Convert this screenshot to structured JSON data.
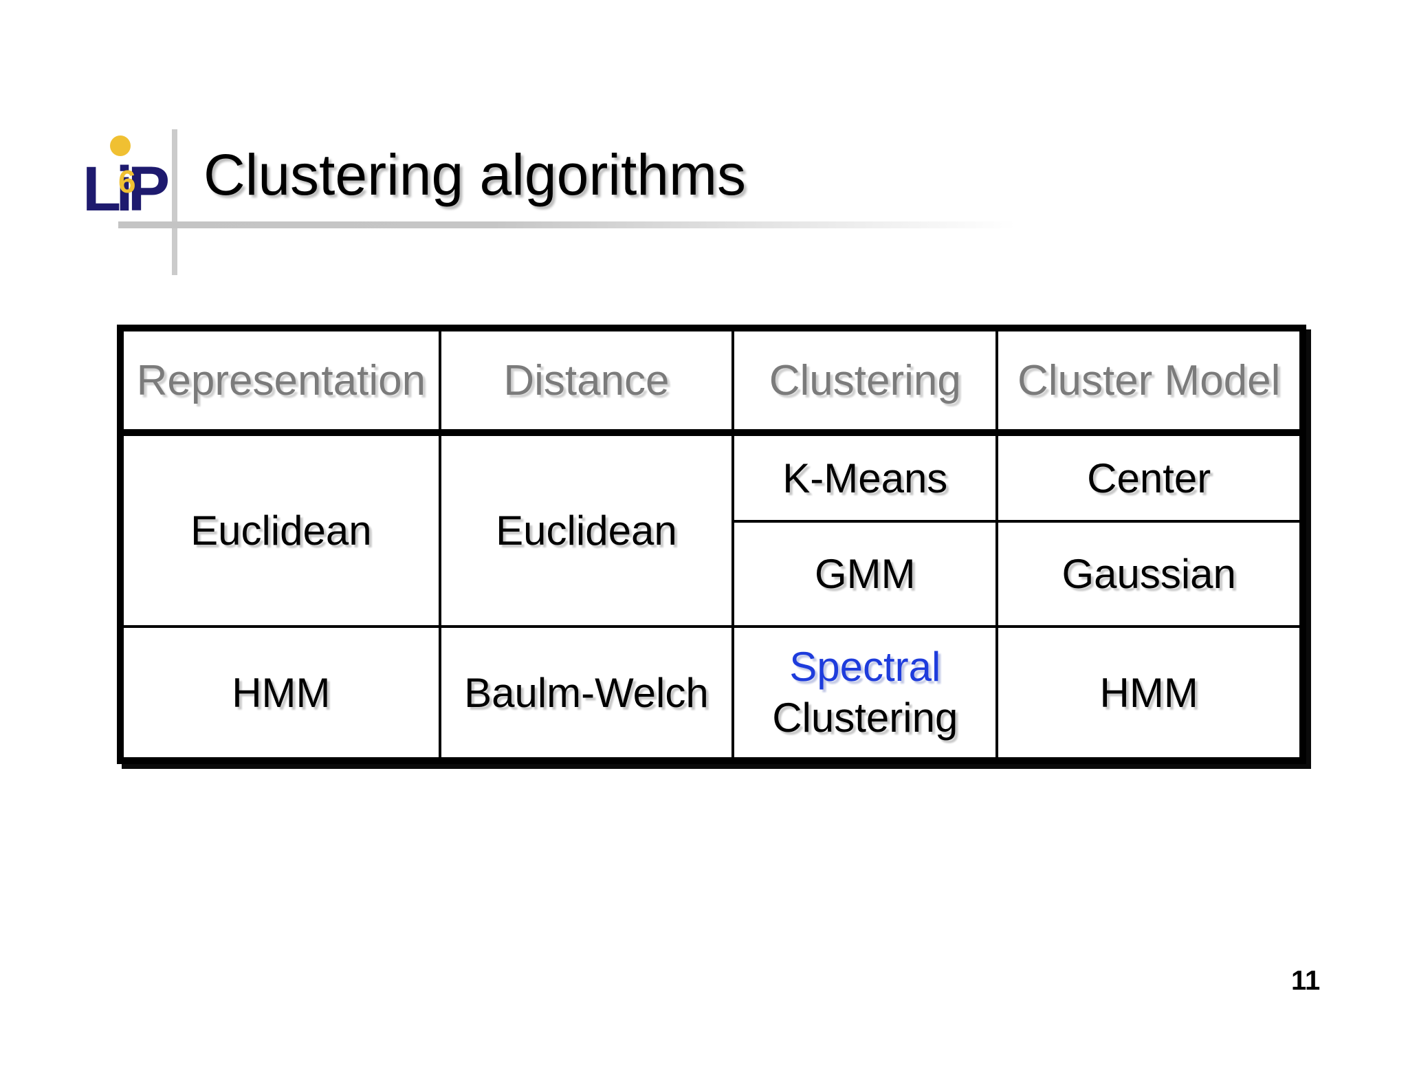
{
  "slide": {
    "title": "Clustering algorithms",
    "page_number": "11"
  },
  "logo": {
    "text": "LiP",
    "superscript": "6"
  },
  "colors": {
    "accent_blue": "#1e3cdc",
    "header_gray": "#7b7b7b",
    "logo_navy": "#1e1a6e",
    "logo_yellow": "#f0c032",
    "table_border": "#000000",
    "title_shadow": "#bdbdbd"
  },
  "table": {
    "headers": [
      "Representation",
      "Distance",
      "Clustering",
      "Cluster Model"
    ],
    "body": [
      {
        "representation": "Euclidean",
        "distance": "Euclidean",
        "clustering": "K-Means",
        "cluster_model": "Center"
      },
      {
        "clustering": "GMM",
        "cluster_model": "Gaussian"
      },
      {
        "representation": "HMM",
        "distance": "Baulm-Welch",
        "clustering_line1": "Spectral",
        "clustering_line2": "Clustering",
        "cluster_model": "HMM"
      }
    ]
  }
}
